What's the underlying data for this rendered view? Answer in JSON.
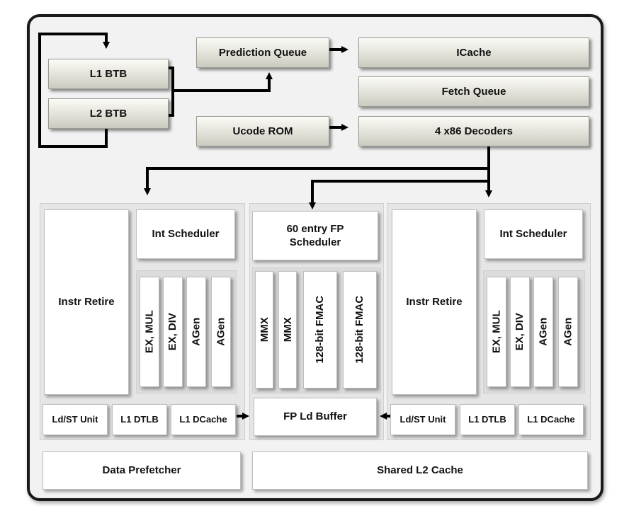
{
  "blocks": {
    "l1_btb": "L1 BTB",
    "l2_btb": "L2 BTB",
    "prediction_queue": "Prediction Queue",
    "icache": "ICache",
    "fetch_queue": "Fetch Queue",
    "ucode_rom": "Ucode ROM",
    "decoders": "4 x86 Decoders",
    "left_core": {
      "instr_retire": "Instr Retire",
      "int_scheduler": "Int Scheduler",
      "units": [
        "EX, MUL",
        "EX, DIV",
        "AGen",
        "AGen"
      ],
      "ldst_unit": "Ld/ST Unit",
      "l1_dtlb": "L1 DTLB",
      "l1_dcache": "L1 DCache"
    },
    "fp": {
      "scheduler": "60 entry FP\nScheduler",
      "units": [
        "MMX",
        "MMX",
        "128-bit\nFMAC",
        "128-bit\nFMAC"
      ],
      "ld_buffer": "FP Ld Buffer"
    },
    "right_core": {
      "instr_retire": "Instr Retire",
      "int_scheduler": "Int Scheduler",
      "units": [
        "EX, MUL",
        "EX, DIV",
        "AGen",
        "AGen"
      ],
      "ldst_unit": "Ld/ST Unit",
      "l1_dtlb": "L1 DTLB",
      "l1_dcache": "L1 DCache"
    },
    "data_prefetcher": "Data Prefetcher",
    "shared_l2": "Shared L2 Cache"
  },
  "colors": {
    "frame_border": "#1a1a1a",
    "frame_fill": "#f2f2f2",
    "arrow": "#000000",
    "gray_block": "#e2e1d8",
    "white_block": "#ffffff"
  }
}
